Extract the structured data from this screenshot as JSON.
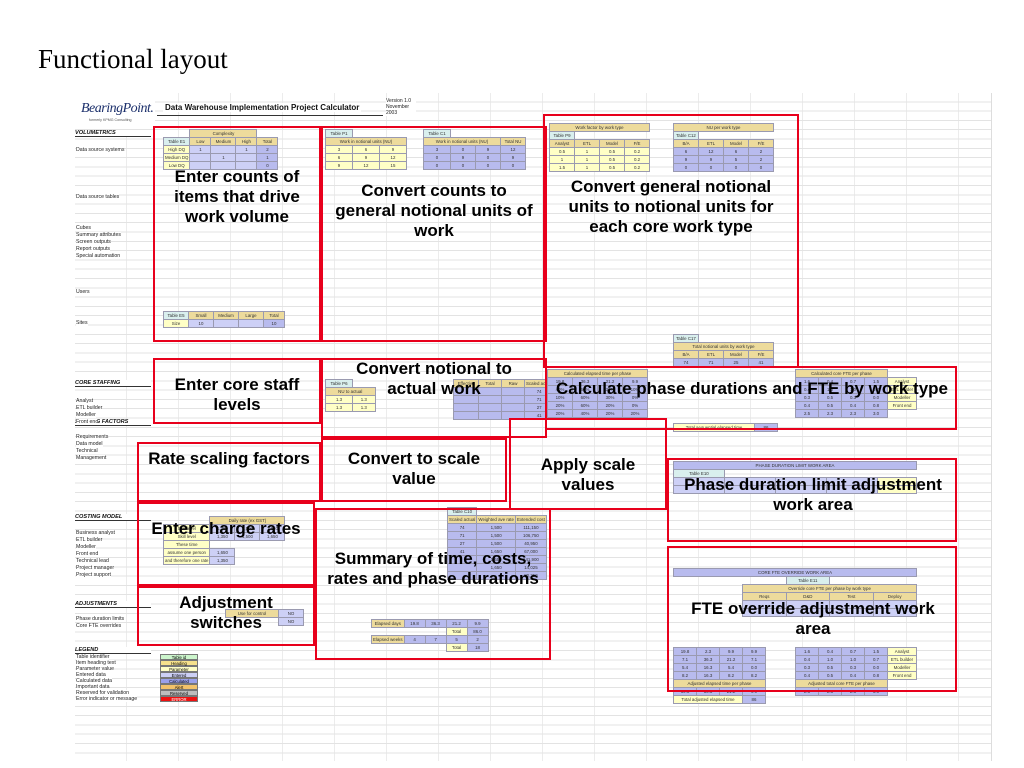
{
  "page": {
    "title": "Functional layout"
  },
  "sheet": {
    "logo": "BearingPoint.",
    "logo_tagline": "formerly KPMG Consulting",
    "title": "Data Warehouse Implementation Project Calculator",
    "version": "Version 1.0 November 2003"
  },
  "sections": {
    "volumetrics": "VOLUMETRICS",
    "core_staffing": "CORE STAFFING",
    "scaling_factors": "SCALING FACTORS",
    "costing_model": "COSTING MODEL",
    "adjustments": "ADJUSTMENTS",
    "legend": "LEGEND"
  },
  "row_labels": {
    "volumetrics": [
      "Data source systems",
      "Data source tables",
      "Cubes",
      "Summary attributes",
      "Screen outputs",
      "Report outputs",
      "Special automation",
      "Users",
      "Sites"
    ],
    "core_staffing": [
      "Analyst",
      "ETL builder",
      "Modeller",
      "Front end"
    ],
    "scaling_factors": [
      "Requirements",
      "Data model",
      "Technical",
      "Management"
    ],
    "costing_model": [
      "Business analyst",
      "ETL builder",
      "Modeller",
      "Front end",
      "Technical lead",
      "Project manager",
      "Project support"
    ],
    "adjustments": [
      "Phase duration limits",
      "Core FTE overrides"
    ]
  },
  "legend": {
    "labels": [
      "Table identifier",
      "Item heading text",
      "Parameter value",
      "Entered data",
      "Calculated data",
      "Important data",
      "Reserved for validation",
      "Error indicator or message"
    ],
    "swatches": [
      {
        "text": "Table id",
        "bg": "#ccf5cc",
        "fg": "#000"
      },
      {
        "text": "Heading",
        "bg": "#f6e18c",
        "fg": "#000"
      },
      {
        "text": "Parameter",
        "bg": "#ffffc6",
        "fg": "#000"
      },
      {
        "text": "Entered",
        "bg": "#cdd0f6",
        "fg": "#000"
      },
      {
        "text": "Calculated",
        "bg": "#9aa0ea",
        "fg": "#000"
      },
      {
        "text": "Alert",
        "bg": "#f2c26a",
        "fg": "#000"
      },
      {
        "text": "Reserved",
        "bg": "#bdbdbd",
        "fg": "#000"
      },
      {
        "text": "ERROR",
        "bg": "#ee1111",
        "fg": "#fff"
      }
    ]
  },
  "tables": {
    "e1": {
      "id": "Table E1",
      "head": "Complexity",
      "cols": [
        "Low",
        "Medium",
        "High",
        "Total"
      ],
      "rows": [
        [
          "High DQ",
          "1",
          "",
          "1",
          "2"
        ],
        [
          "Medium DQ",
          "",
          "1",
          "",
          "1"
        ],
        [
          "Low DQ",
          "",
          "",
          "",
          "0"
        ]
      ]
    },
    "e5": {
      "id": "Table E5",
      "cols": [
        "Small",
        "Medium",
        "Large",
        "Total"
      ],
      "rows": [
        [
          "Size",
          "10",
          "",
          "",
          "10"
        ]
      ]
    },
    "p1": {
      "id": "Table P1",
      "head": "Work in notional units (NU)",
      "rows": [
        [
          "3",
          "6",
          "9"
        ],
        [
          "6",
          "9",
          "12"
        ],
        [
          "9",
          "12",
          "15"
        ]
      ]
    },
    "c1": {
      "id": "Table C1",
      "head": "Work in notional units (NU)",
      "total": "Total NU",
      "rows": [
        [
          "3",
          "0",
          "9",
          "12"
        ],
        [
          "0",
          "9",
          "0",
          "9"
        ],
        [
          "0",
          "0",
          "0",
          "0"
        ]
      ]
    },
    "p9": {
      "id": "Table P9",
      "head": "Work factor by work type",
      "cols": [
        "Analyst",
        "ETL",
        "Model",
        "F/E"
      ],
      "rows": [
        [
          "0.5",
          "1",
          "0.5",
          "0.2"
        ],
        [
          "1",
          "1",
          "0.5",
          "0.2"
        ],
        [
          "1.5",
          "1",
          "0.5",
          "0.2"
        ]
      ]
    },
    "c12": {
      "id": "Table C12",
      "head": "NU per work type",
      "cols": [
        "B/A",
        "ETL",
        "Model",
        "F/E"
      ],
      "rows": [
        [
          "6",
          "12",
          "6",
          "2"
        ],
        [
          "9",
          "9",
          "5",
          "2"
        ],
        [
          "0",
          "0",
          "0",
          "0"
        ]
      ]
    },
    "c17": {
      "id": "Table C17",
      "head": "Total notional units by work type",
      "cols": [
        "B/A",
        "ETL",
        "Model",
        "F/E"
      ],
      "rows": [
        [
          "74",
          "71",
          "25",
          "41"
        ]
      ]
    },
    "p6": {
      "id": "Table P6",
      "head": "NU to actual",
      "rows": [
        [
          "Skill level",
          "1.3"
        ],
        [
          "",
          "1.3"
        ],
        [
          "",
          "1.3"
        ],
        [
          "",
          "1.3"
        ]
      ]
    },
    "scaled": {
      "cols": [
        "Effective",
        "Total",
        "Raw",
        "Scaled actual"
      ],
      "rows": [
        [
          "",
          "",
          "",
          "74"
        ],
        [
          "",
          "",
          "",
          "71"
        ],
        [
          "",
          "",
          "",
          "27"
        ],
        [
          "",
          "",
          "",
          "41"
        ]
      ]
    },
    "e10": {
      "id": "Table E10",
      "head": "PHASE DURATION LIMIT WORK AREA"
    },
    "e11": {
      "id": "Table E11",
      "head": "CORE FTE OVERRIDE WORK AREA",
      "sub": "Override core FTE per phase by work type",
      "cols": [
        "Reqs",
        "D&D",
        "Test",
        "Deploy"
      ],
      "right": [
        "Analyst",
        "ETL builder",
        "Modeller",
        "Front end"
      ]
    },
    "c18": {
      "head": "Calculated elapsed time per phase",
      "total_label": "Total sequential elapsed time",
      "total": "86"
    },
    "c19": {
      "head": "Calculated core FTE per phase",
      "vals": [
        "2.5",
        "2.3",
        "2.3",
        "3.0"
      ],
      "rows": [
        [
          "1.6",
          "0.4",
          "0.7",
          "1.5"
        ],
        [
          "0.4",
          "1.0",
          "1.0",
          "0.7"
        ],
        [
          "0.3",
          "0.5",
          "0.3",
          "0.0"
        ],
        [
          "0.4",
          "0.5",
          "0.4",
          "0.8"
        ]
      ],
      "right": [
        "Analyst",
        "ETL builder",
        "Modeller",
        "Front end"
      ]
    },
    "c22": {
      "head": "Adjusted elapsed time per phase",
      "vals": [
        "19.8",
        "36.3",
        "21.2",
        "9.9"
      ],
      "total_label": "Total adjusted elapsed time",
      "total": "86",
      "rows": [
        [
          "19.8",
          "2.3",
          "9.9",
          "9.9"
        ],
        [
          "7.1",
          "36.3",
          "21.2",
          "7.1"
        ],
        [
          "5.4",
          "16.3",
          "5.4",
          "0.0"
        ],
        [
          "8.2",
          "16.3",
          "8.2",
          "8.2"
        ]
      ]
    },
    "c23": {
      "head": "Adjusted total core FTE per phase",
      "vals": [
        "2.5",
        "2.3",
        "2.3",
        "3.0"
      ]
    },
    "costing": {
      "head": "Daily rate (ex GST)",
      "rows": [
        [
          "Skill level",
          "1,350",
          "1,500",
          "1,650"
        ],
        [
          "Skill level",
          "1,350",
          "1,500",
          "1,650"
        ],
        [
          "These time",
          "",
          "",
          ""
        ],
        [
          "assume one person",
          "1,650",
          "",
          ""
        ],
        [
          "and therefore one rate",
          "1,350",
          "",
          ""
        ]
      ]
    },
    "c10": {
      "id": "Table C10",
      "cols": [
        "Scaled actual",
        "Weighted ave rate",
        "Extended cost"
      ],
      "rows": [
        [
          "74",
          "1,500",
          "111,150"
        ],
        [
          "71",
          "1,500",
          "106,750"
        ],
        [
          "27",
          "1,500",
          "40,950"
        ],
        [
          "41",
          "1,650",
          "67,000"
        ],
        [
          "",
          "1,650",
          "141,900"
        ],
        [
          "",
          "1,650",
          "14,025"
        ],
        [
          "",
          "",
          "80,250"
        ]
      ]
    },
    "summary": {
      "rows": [
        [
          "Elapsed days",
          "19.8",
          "36.3",
          "21.2",
          "9.9"
        ],
        [
          "",
          "",
          "",
          "Total",
          "86.0"
        ],
        [
          "Elapsed weeks",
          "4",
          "7",
          "5",
          "2"
        ],
        [
          "",
          "",
          "",
          "Total",
          "18"
        ]
      ]
    },
    "adjust": {
      "head": "Use for control",
      "vals": [
        "NO",
        "NO"
      ]
    }
  },
  "regions": {
    "enter_counts": "Enter counts of items that drive work volume",
    "convert_counts": "Convert counts to general notional units of work",
    "convert_general": "Convert general notional units to notional units for each core work type",
    "enter_staff": "Enter core staff levels",
    "convert_actual": "Convert notional to actual work",
    "calc_phase": "Calculate phase durations and FTE by work type",
    "rate_scaling": "Rate scaling factors",
    "convert_scale": "Convert to scale value",
    "apply_scale": "Apply scale values",
    "phase_limit": "Phase duration limit adjustment work area",
    "enter_charge": "Enter charge rates",
    "summary": "Summary of time, costs, rates and phase durations",
    "adjust_switches": "Adjustment switches",
    "fte_override": "FTE override adjustment work area"
  }
}
